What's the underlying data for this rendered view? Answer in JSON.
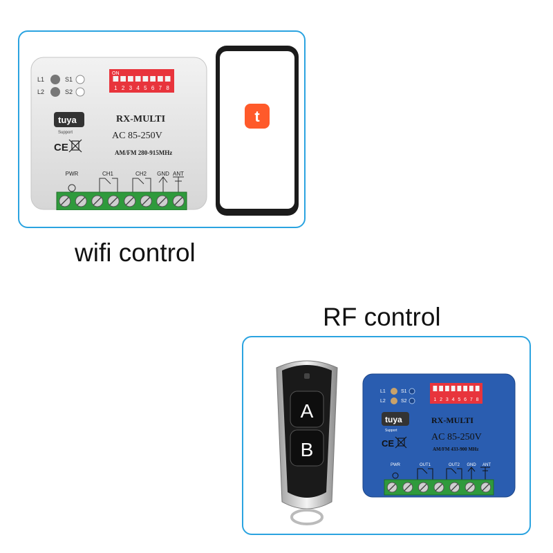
{
  "captions": {
    "wifi": "wifi control",
    "rf": "RF control"
  },
  "wifi_module": {
    "leds": [
      "L1",
      "L2"
    ],
    "switch_labels": [
      "S1",
      "S2"
    ],
    "dip_on": "ON",
    "dip_numbers": [
      "1",
      "2",
      "3",
      "4",
      "5",
      "6",
      "7",
      "8"
    ],
    "brand": "tuya",
    "brand_sub": "Support",
    "model": "RX-MULTI",
    "voltage": "AC 85-250V",
    "frequency": "AM/FM 280-915MHz",
    "cert": "CE",
    "terminals": [
      "PWR",
      "CH1",
      "CH2",
      "GND",
      "ANT"
    ],
    "color": "#e9e9e9"
  },
  "phone": {
    "app_logo": "tuya-app-icon",
    "app_color": "#ff5a2a"
  },
  "remote": {
    "buttons": [
      "A",
      "B"
    ],
    "color": "#1a1a1a"
  },
  "rf_module": {
    "leds": [
      "L1",
      "L2"
    ],
    "switch_labels": [
      "S1",
      "S2"
    ],
    "dip_numbers": [
      "1",
      "2",
      "3",
      "4",
      "5",
      "6",
      "7",
      "8"
    ],
    "brand": "tuya",
    "brand_sub": "Support",
    "model": "RX-MULTI",
    "voltage": "AC 85-250V",
    "frequency": "AM/FM 433-900 MHz",
    "cert": "CE",
    "terminals": [
      "PWR",
      "OUT1",
      "OUT2",
      "GND",
      "ANT"
    ],
    "color": "#2a5db0"
  },
  "colors": {
    "panel_border": "#2aa3e0",
    "terminal_green": "#2f9a3c",
    "dip_red": "#e8343c"
  }
}
